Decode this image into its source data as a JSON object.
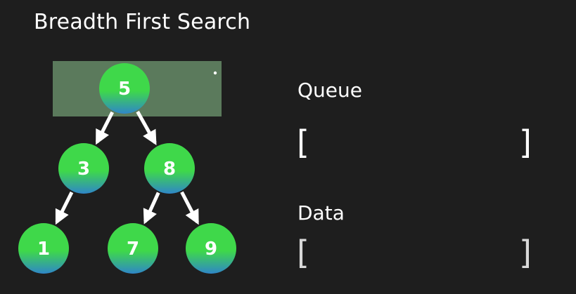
{
  "title": "Breadth First Search",
  "colors": {
    "background": "#1e1e1e",
    "node_gradient_top": "#3fd84a",
    "node_gradient_bottom": "#2f86c8",
    "highlight_box": "#5b7a5c",
    "arrow": "#ffffff",
    "queue_bracket": "#ffffff",
    "data_bracket": "#d9d9d9"
  },
  "tree": {
    "nodes": [
      {
        "id": "n5",
        "value": "5"
      },
      {
        "id": "n3",
        "value": "3"
      },
      {
        "id": "n8",
        "value": "8"
      },
      {
        "id": "n1",
        "value": "1"
      },
      {
        "id": "n7",
        "value": "7"
      },
      {
        "id": "n9",
        "value": "9"
      }
    ],
    "edges": [
      {
        "from": "n5",
        "to": "n3"
      },
      {
        "from": "n5",
        "to": "n8"
      },
      {
        "from": "n3",
        "to": "n1"
      },
      {
        "from": "n8",
        "to": "n7"
      },
      {
        "from": "n8",
        "to": "n9"
      }
    ],
    "highlighted_node": "n5"
  },
  "queue": {
    "label": "Queue",
    "open_bracket": "[",
    "close_bracket": "]",
    "items": []
  },
  "data_list": {
    "label": "Data",
    "open_bracket": "[",
    "close_bracket": "]",
    "items": []
  }
}
